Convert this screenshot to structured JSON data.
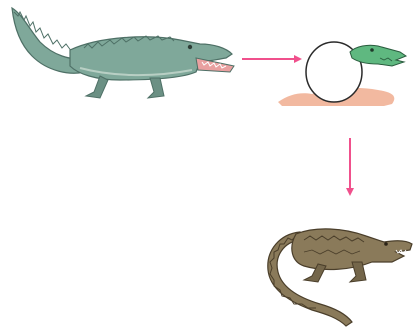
{
  "diagram": {
    "stages": [
      {
        "id": "adult-crocodile",
        "icon": "crocodile-icon"
      },
      {
        "id": "hatching-egg",
        "icon": "hatching-egg-icon"
      },
      {
        "id": "young-crocodile",
        "icon": "young-crocodile-icon"
      }
    ],
    "arrows": [
      {
        "from": "adult-crocodile",
        "to": "hatching-egg",
        "direction": "right"
      },
      {
        "from": "hatching-egg",
        "to": "young-crocodile",
        "direction": "down"
      }
    ],
    "colors": {
      "arrow": "#f0508c",
      "adult_body": "#7fa89a",
      "adult_shadow": "#4e7066",
      "egg_fill": "#ffffff",
      "ground": "#f2b9a0",
      "hatchling": "#5fb880",
      "young_body": "#8a7a5a",
      "young_shadow": "#4a3e2a"
    }
  }
}
